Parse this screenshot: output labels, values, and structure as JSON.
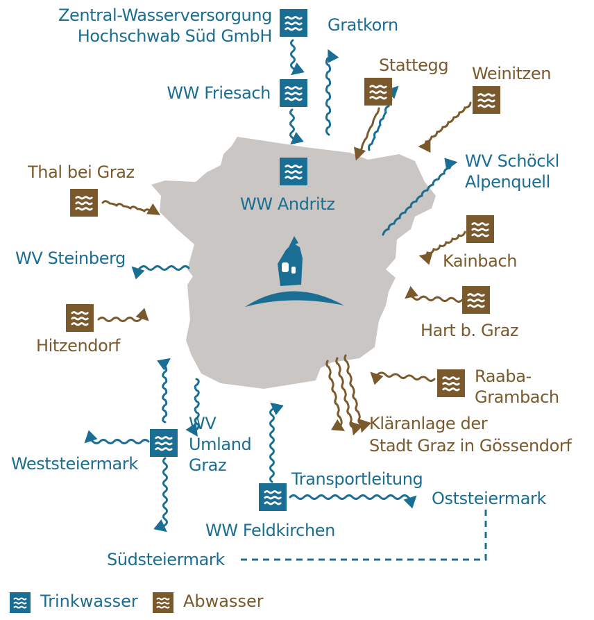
{
  "colors": {
    "trinkwasser": "#1a6d93",
    "abwasser": "#7a5a2c",
    "city": "#c9c6c3",
    "icon_waves": "#ffffff"
  },
  "icons": {
    "trinkwasser": "water-waves-icon",
    "abwasser": "wastewater-waves-icon",
    "city": "graz-clock-tower-icon"
  },
  "labels": {
    "zentral_line1": "Zentral-Wasserversorgung",
    "zentral_line2": "Hochschwab Süd GmbH",
    "gratkorn": "Gratkorn",
    "stattegg": "Stattegg",
    "weinitzen": "Weinitzen",
    "ww_friesach": "WW Friesach",
    "ww_andritz": "WW Andritz",
    "thal": "Thal bei Graz",
    "wv_schoeckl_line1": "WV Schöckl",
    "wv_schoeckl_line2": "Alpenquell",
    "kainbach": "Kainbach",
    "wv_steinberg": "WV Steinberg",
    "hart": "Hart b. Graz",
    "hitzendorf": "Hitzendorf",
    "raaba_line1": "Raaba-",
    "raaba_line2": "Grambach",
    "klaeranlage_line1": "Kläranlage der",
    "klaeranlage_line2": "Stadt Graz in Gössendorf",
    "wv_umland_line1": "WV",
    "wv_umland_line2": "Umland",
    "wv_umland_line3": "Graz",
    "weststeiermark": "Weststeiermark",
    "transportleitung": "Transportleitung",
    "oststeiermark": "Oststeiermark",
    "ww_feldkirchen": "WW Feldkirchen",
    "suedsteiermark": "Südsteiermark"
  },
  "legend": {
    "trinkwasser": "Trinkwasser",
    "abwasser": "Abwasser"
  }
}
